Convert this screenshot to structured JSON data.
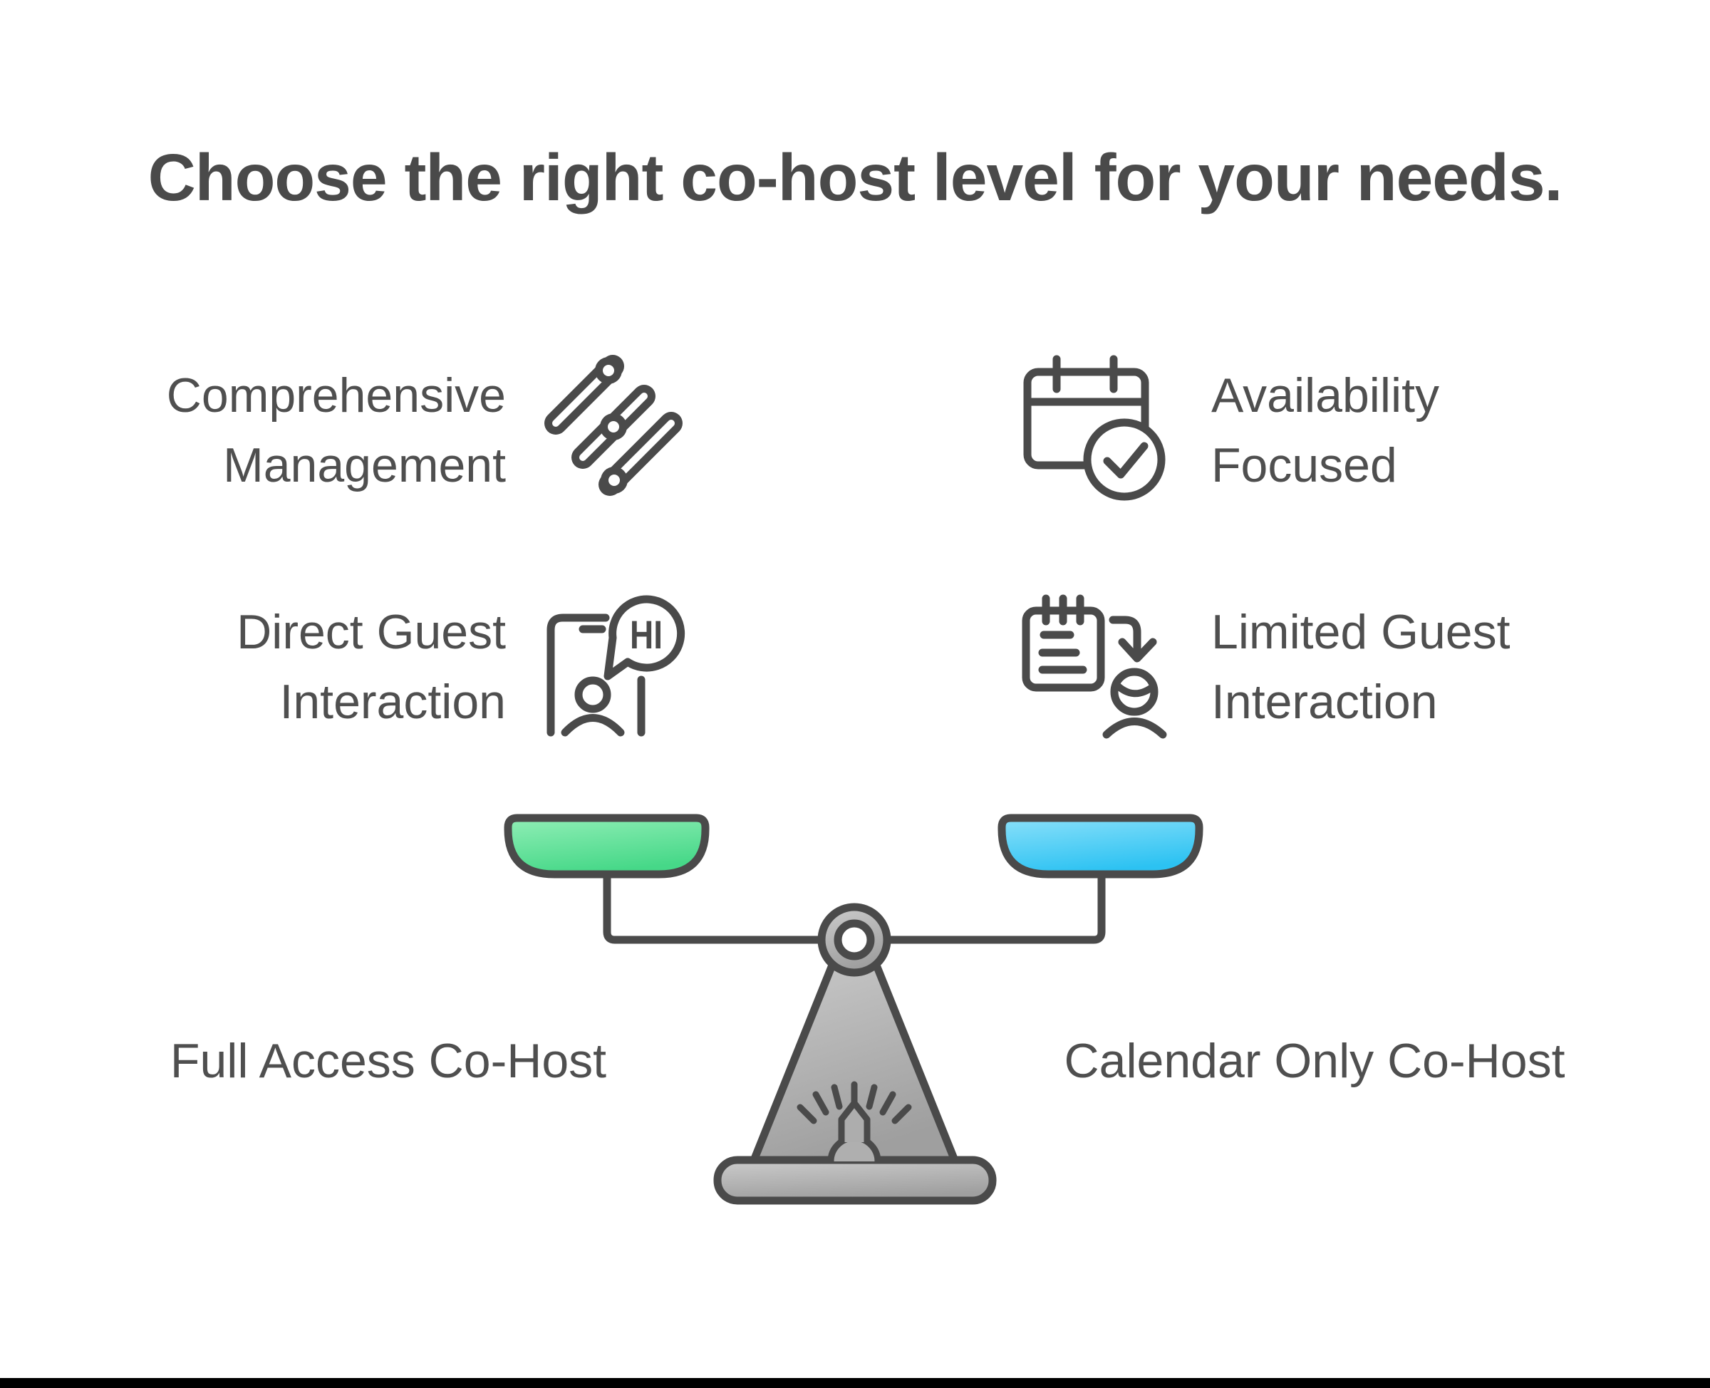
{
  "title": "Choose the right co-host level for your needs.",
  "features": {
    "left": [
      {
        "label": "Comprehensive\nManagement",
        "icon": "sliders-icon"
      },
      {
        "label": "Direct Guest\nInteraction",
        "icon": "guest-chat-icon"
      }
    ],
    "right": [
      {
        "label": "Availability\nFocused",
        "icon": "calendar-check-icon"
      },
      {
        "label": "Limited Guest\nInteraction",
        "icon": "notes-handoff-icon"
      }
    ]
  },
  "guest_chat": {
    "bubble_text": "HI"
  },
  "scale": {
    "left_option": "Full Access Co-Host",
    "right_option": "Calendar Only Co-Host",
    "left_pan_color": "#4CD98B",
    "right_pan_color": "#2EC3F2",
    "metal_color": "#B5B5B5",
    "outline_color": "#4A4A4A"
  },
  "colors": {
    "title_text": "#4A4A4A",
    "body_text": "#4F4F4F",
    "background": "#FFFFFF",
    "footer_bar": "#000000"
  }
}
